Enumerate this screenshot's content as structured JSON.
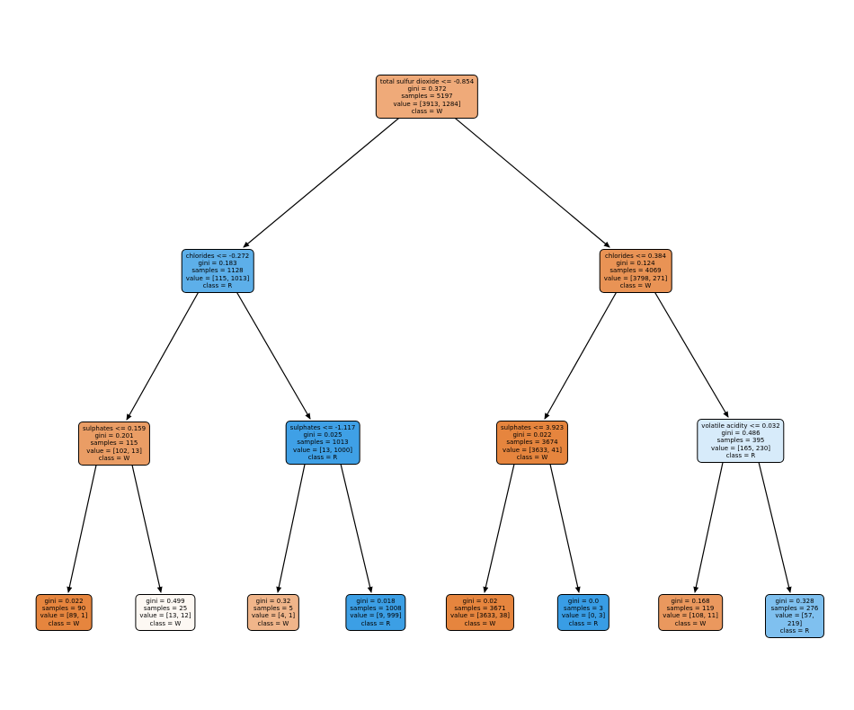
{
  "figure": {
    "background": "#ffffff",
    "text_color": "#000000",
    "edge_color": "#000000",
    "class_colors": {
      "W_pure": "#e58139",
      "R_pure": "#399de5"
    }
  },
  "tree": {
    "classes": [
      "W",
      "R"
    ],
    "nodes": [
      {
        "feature": "total sulfur dioxide",
        "threshold": -0.854,
        "gini": 0.372,
        "samples": 5197,
        "value": [
          3913,
          1284
        ],
        "class": "W",
        "color": "#efaa79",
        "label": "total sulfur dioxide <= -0.854\ngini = 0.372\nsamples = 5197\nvalue = [3913, 1284]\nclass = W"
      },
      {
        "feature": "chlorides",
        "threshold": -0.272,
        "gini": 0.183,
        "samples": 1128,
        "value": [
          115,
          1013
        ],
        "class": "R",
        "color": "#5dafe9",
        "label": "chlorides <= -0.272\ngini = 0.183\nsamples = 1128\nvalue = [115, 1013]\nclass = R"
      },
      {
        "feature": "chlorides",
        "threshold": 0.384,
        "gini": 0.124,
        "samples": 4069,
        "value": [
          3798,
          271
        ],
        "class": "W",
        "color": "#e99355",
        "label": "chlorides <= 0.384\ngini = 0.124\nsamples = 4069\nvalue = [3798, 271]\nclass = W"
      },
      {
        "feature": "sulphates",
        "threshold": 0.159,
        "gini": 0.201,
        "samples": 115,
        "value": [
          102,
          13
        ],
        "class": "W",
        "color": "#ea9d65",
        "label": "sulphates <= 0.159\ngini = 0.201\nsamples = 115\nvalue = [102, 13]\nclass = W"
      },
      {
        "feature": "sulphates",
        "threshold": -1.117,
        "gini": 0.025,
        "samples": 1013,
        "value": [
          13,
          1000
        ],
        "class": "R",
        "color": "#3fa0e6",
        "label": "sulphates <= -1.117\ngini = 0.025\nsamples = 1013\nvalue = [13, 1000]\nclass = R"
      },
      {
        "feature": "sulphates",
        "threshold": 3.923,
        "gini": 0.022,
        "samples": 3674,
        "value": [
          3633,
          41
        ],
        "class": "W",
        "color": "#e6853e",
        "label": "sulphates <= 3.923\ngini = 0.022\nsamples = 3674\nvalue = [3633, 41]\nclass = W"
      },
      {
        "feature": "volatile acidity",
        "threshold": 0.032,
        "gini": 0.486,
        "samples": 395,
        "value": [
          165,
          230
        ],
        "class": "R",
        "color": "#d7ebfa",
        "label": "volatile acidity <= 0.032\ngini = 0.486\nsamples = 395\nvalue = [165, 230]\nclass = R"
      },
      {
        "gini": 0.022,
        "samples": 90,
        "value": [
          89,
          1
        ],
        "class": "W",
        "color": "#e6853e",
        "label": "gini = 0.022\nsamples = 90\nvalue = [89, 1]\nclass = W"
      },
      {
        "gini": 0.499,
        "samples": 25,
        "value": [
          13,
          12
        ],
        "class": "W",
        "color": "#fdf8f3",
        "label": "gini = 0.499\nsamples = 25\nvalue = [13, 12]\nclass = W"
      },
      {
        "gini": 0.32,
        "samples": 5,
        "value": [
          4,
          1
        ],
        "class": "W",
        "color": "#f0b58a",
        "label": "gini = 0.32\nsamples = 5\nvalue = [4, 1]\nclass = W"
      },
      {
        "gini": 0.018,
        "samples": 1008,
        "value": [
          9,
          999
        ],
        "class": "R",
        "color": "#3c9fe5",
        "label": "gini = 0.018\nsamples = 1008\nvalue = [9, 999]\nclass = R"
      },
      {
        "gini": 0.02,
        "samples": 3671,
        "value": [
          3633,
          38
        ],
        "class": "W",
        "color": "#e6853e",
        "label": "gini = 0.02\nsamples = 3671\nvalue = [3633, 38]\nclass = W"
      },
      {
        "gini": 0.0,
        "samples": 3,
        "value": [
          0,
          3
        ],
        "class": "R",
        "color": "#399de5",
        "label": "gini = 0.0\nsamples = 3\nvalue = [0, 3]\nclass = R"
      },
      {
        "gini": 0.168,
        "samples": 119,
        "value": [
          108,
          11
        ],
        "class": "W",
        "color": "#ea985e",
        "label": "gini = 0.168\nsamples = 119\nvalue = [108, 11]\nclass = W"
      },
      {
        "gini": 0.328,
        "samples": 276,
        "value": [
          57,
          219
        ],
        "class": "R",
        "color": "#7fc0ef",
        "label": "gini = 0.328\nsamples = 276\nvalue = [57, 219]\nclass = R"
      }
    ],
    "edges": [
      [
        0,
        1
      ],
      [
        0,
        2
      ],
      [
        1,
        3
      ],
      [
        1,
        4
      ],
      [
        2,
        5
      ],
      [
        2,
        6
      ],
      [
        3,
        7
      ],
      [
        3,
        8
      ],
      [
        4,
        9
      ],
      [
        4,
        10
      ],
      [
        5,
        11
      ],
      [
        5,
        12
      ],
      [
        6,
        13
      ],
      [
        6,
        14
      ]
    ]
  }
}
